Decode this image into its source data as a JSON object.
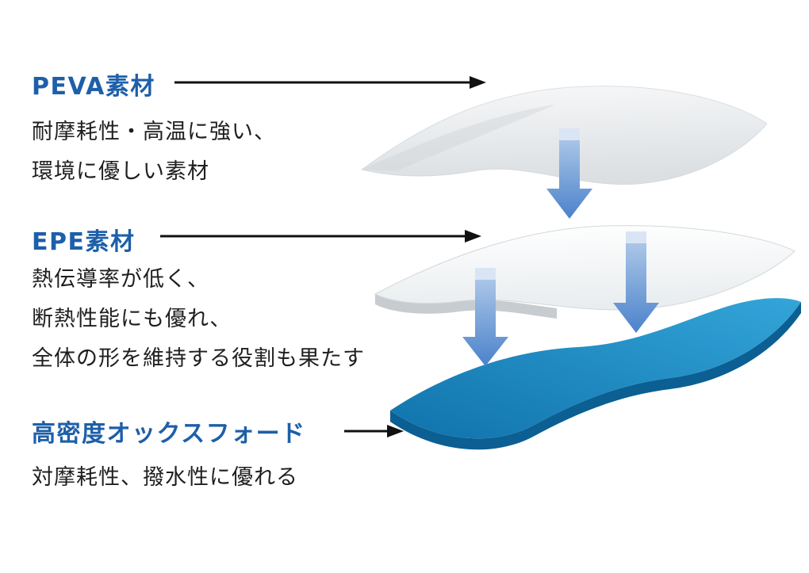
{
  "diagram": {
    "layers": [
      {
        "id": "peva",
        "title": "PEVA素材",
        "description_lines": [
          "耐摩耗性・高温に強い、",
          "環境に優しい素材"
        ]
      },
      {
        "id": "epe",
        "title": "EPE素材",
        "description_lines": [
          "熱伝導率が低く、",
          "断熱性能にも優れ、",
          "全体の形を維持する役割も果たす"
        ]
      },
      {
        "id": "oxford",
        "title": "高密度オックスフォード",
        "description_lines": [
          "対摩耗性、撥水性に優れる"
        ]
      }
    ],
    "colors": {
      "heading_text": "#1d5fa9",
      "body_text": "#1f1f1f",
      "pointer_arrow": "#111111",
      "peva_sheet_top": "#f6f7f8",
      "peva_sheet_bottom": "#dcе0e3",
      "peva_sheet_shade": "#dce0e3",
      "epe_sheet_top": "#ffffff",
      "epe_sheet_bottom": "#edf0f2",
      "epe_sheet_edge": "#c6ccd0",
      "oxford_sheet_top": "#2f9fd5",
      "oxford_sheet_bottom": "#1175ad",
      "oxford_sheet_edge": "#0b5f92",
      "stack_arrow_top": "#b7cfeb",
      "stack_arrow_bottom": "#4b82cb",
      "stack_arrow_cap": "#d9e5f4"
    }
  }
}
